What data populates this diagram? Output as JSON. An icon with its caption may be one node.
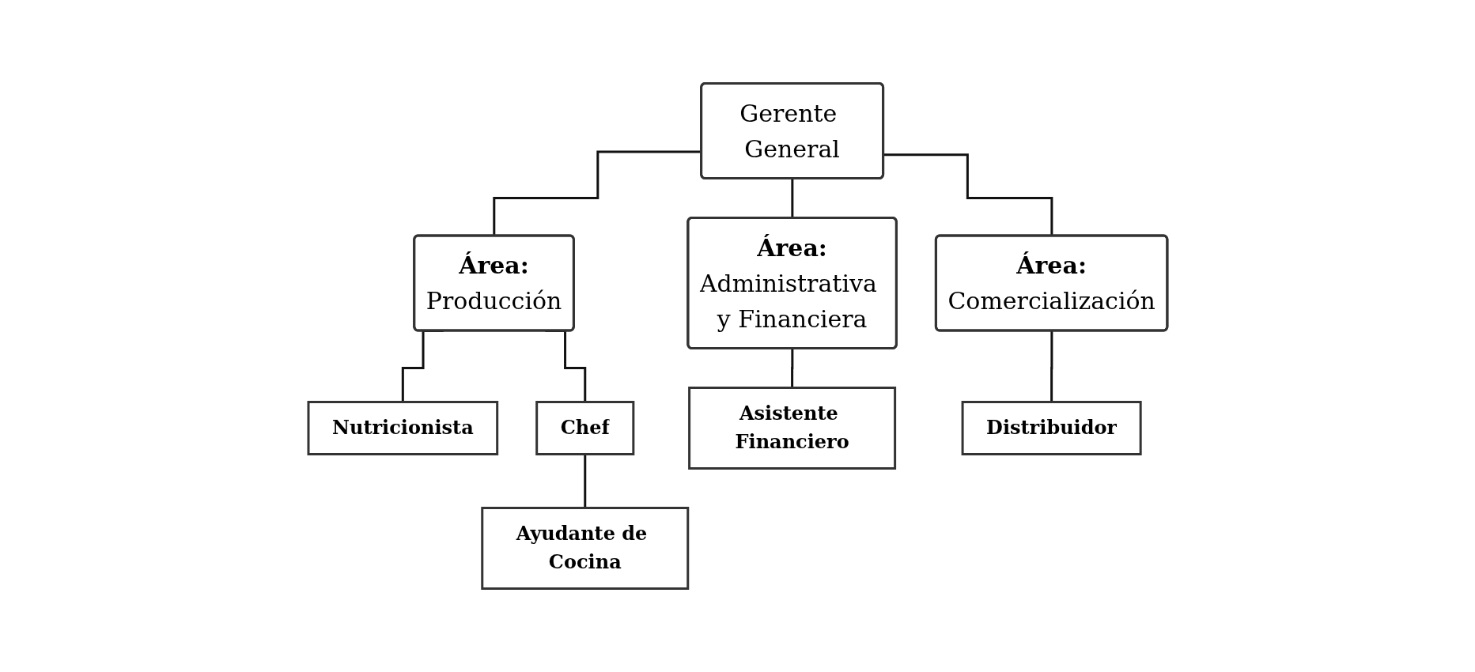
{
  "diagram": {
    "nodes": [
      {
        "text": [
          "Gerente General"
        ]
      },
      {
        "text": [
          "Área:",
          "Producción"
        ]
      },
      {
        "text": [
          "Área:",
          "Administrativa y Financiera"
        ]
      },
      {
        "text": [
          "Área:",
          "Comercialización"
        ]
      },
      {
        "text": [
          "Nutricionista"
        ]
      },
      {
        "text": [
          "Asistente Financiero"
        ]
      },
      {
        "text": [
          "Distribuidor"
        ]
      },
      {
        "text": [
          "Chef"
        ]
      },
      {
        "text": [
          "Ayudante de Cocina"
        ]
      }
    ],
    "edges": [
      {
        "from": 0,
        "to": 1,
        "arrow": "none"
      },
      {
        "from": 0,
        "to": 2,
        "arrow": "none"
      },
      {
        "from": 0,
        "to": 3,
        "arrow": "none"
      },
      {
        "from": 1,
        "to": 4,
        "arrow": "none"
      },
      {
        "from": 1,
        "to": 7,
        "arrow": "none"
      },
      {
        "from": 2,
        "to": 5,
        "arrow": "none"
      },
      {
        "from": 3,
        "to": 6,
        "arrow": "none"
      },
      {
        "from": 7,
        "to": 8,
        "arrow": "none"
      }
    ]
  }
}
